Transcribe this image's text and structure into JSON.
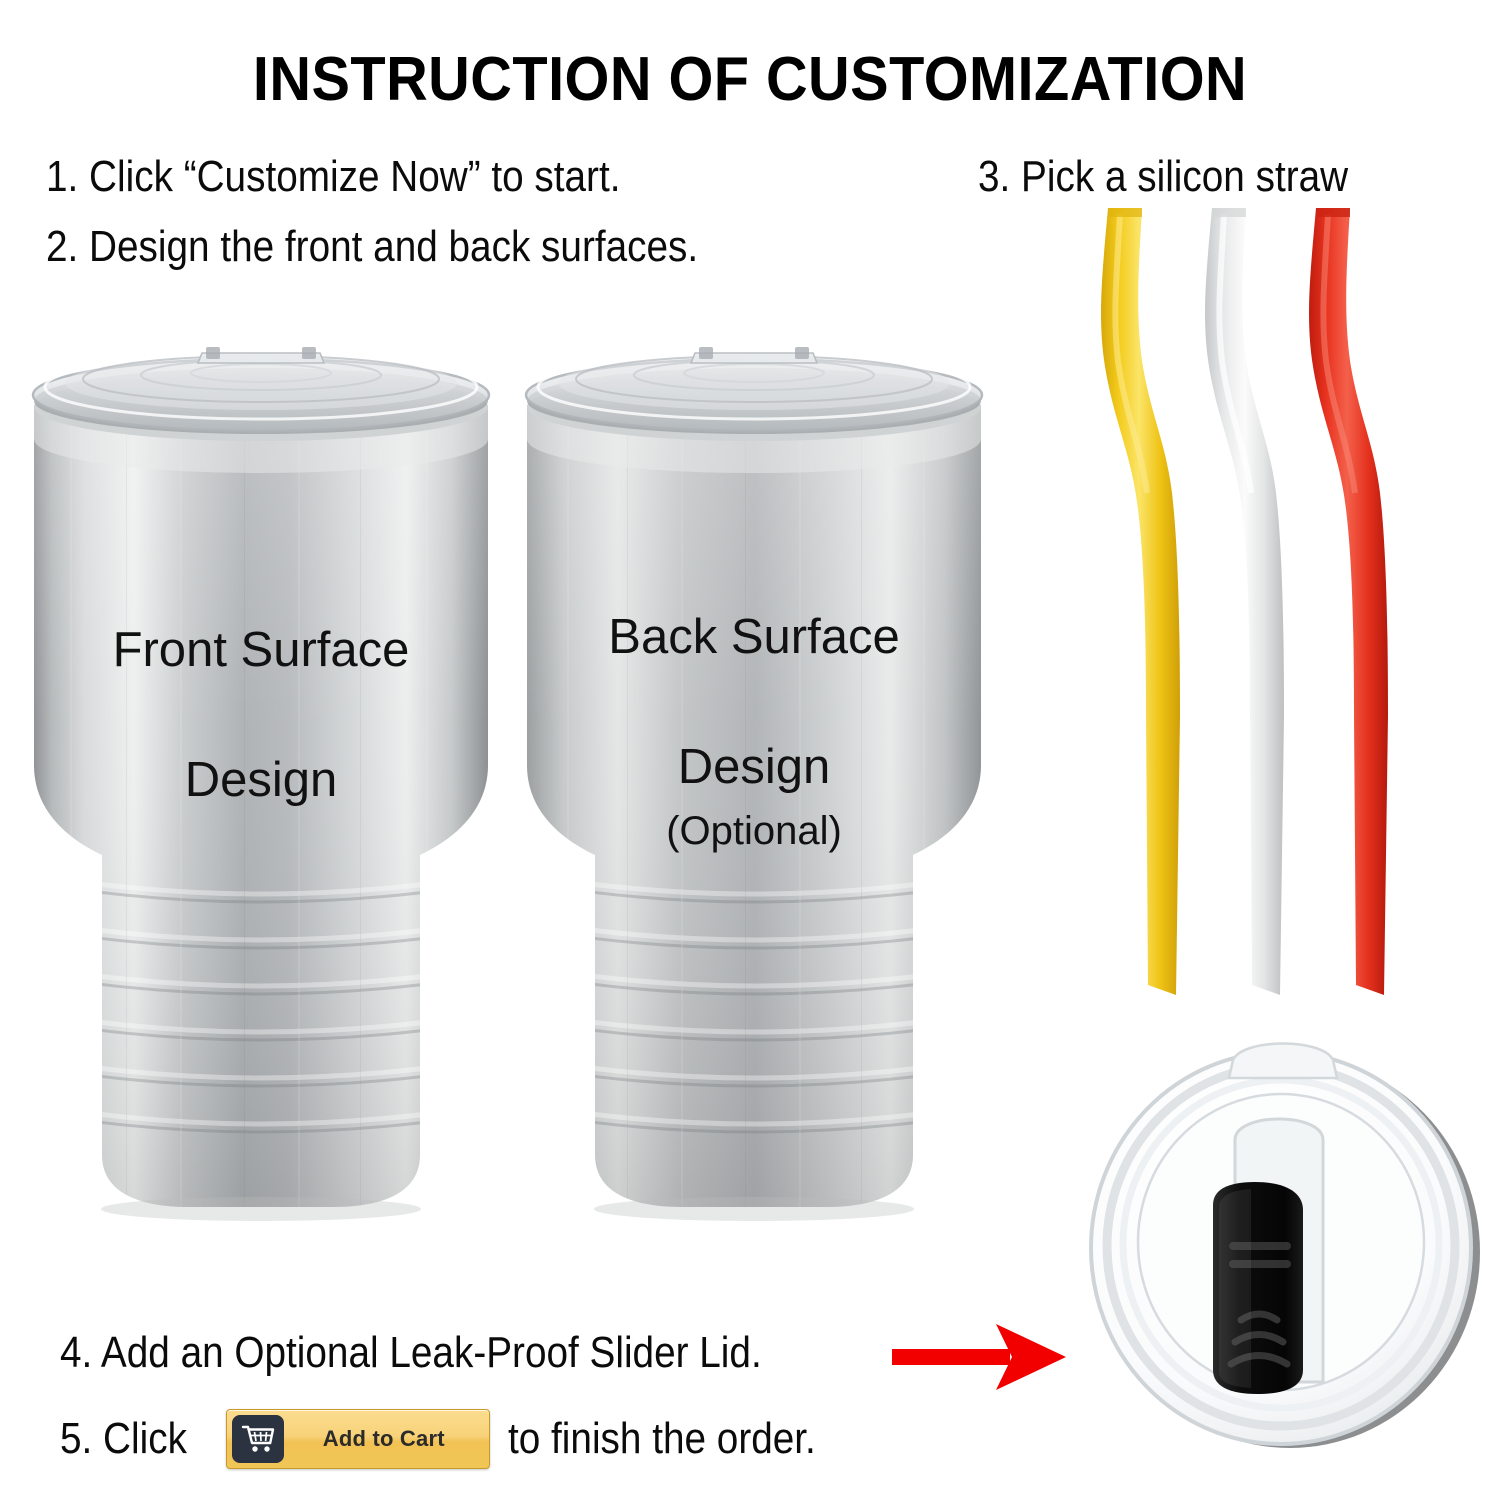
{
  "header": {
    "title": "INSTRUCTION OF CUSTOMIZATION"
  },
  "steps": {
    "step1": "1. Click “Customize Now” to start.",
    "step2": "2. Design the front and back surfaces.",
    "step3": "3. Pick a silicon straw",
    "step4": "4. Add an Optional Leak-Proof Slider Lid.",
    "step5_before": "5. Click",
    "step5_after": "to finish the order."
  },
  "add_to_cart_button": {
    "label": "Add to Cart",
    "icon": "shopping-cart-icon",
    "gradient_top": "#fbdd8f",
    "gradient_bottom": "#f0c657",
    "border_color": "#c79a2a",
    "icon_bg": "#2b3240"
  },
  "tumblers": [
    {
      "id": "front",
      "line1": "Front Surface",
      "line2": "Design",
      "optional_note": "",
      "body_color": "#b9bcbd",
      "highlight_color": "#eceeee"
    },
    {
      "id": "back",
      "line1": "Back Surface",
      "line2": "Design",
      "optional_note": "(Optional)",
      "body_color": "#b9bcbd",
      "highlight_color": "#eceeee"
    }
  ],
  "straws": [
    {
      "name": "yellow-straw",
      "color": "#f2c81a",
      "shade": "#d9ac0c",
      "light": "#fbe36a"
    },
    {
      "name": "white-straw",
      "color": "#e6e7e8",
      "shade": "#c8cacb",
      "light": "#fbfbfb"
    },
    {
      "name": "red-straw",
      "color": "#ea3323",
      "shade": "#c21d10",
      "light": "#f5705f"
    }
  ],
  "slider_lid": {
    "name": "leak-proof-slider-lid",
    "clear_color": "#f4f6f8",
    "rim_color": "#c9ced3",
    "slider_color": "#111111"
  },
  "arrow": {
    "name": "red-pointer-arrow",
    "color": "#f20000"
  }
}
